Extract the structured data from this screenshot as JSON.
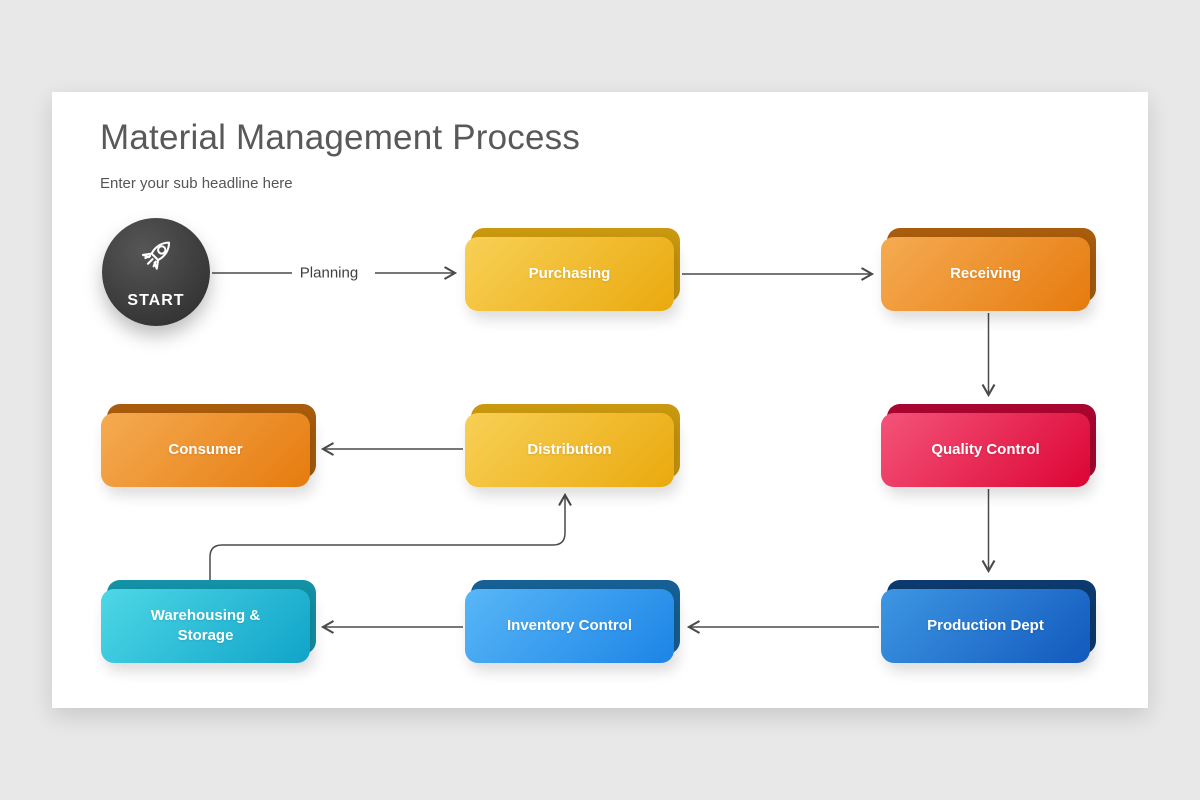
{
  "page": {
    "background": "#e9e8e8"
  },
  "slide": {
    "title": "Material Management Process",
    "subtitle": "Enter your sub headline here"
  },
  "start": {
    "label": "START",
    "icon": "rocket-icon",
    "color": "#3a3a3a"
  },
  "flow": {
    "planning_label": "Planning",
    "connector_color": "#4a4a4a",
    "nodes": [
      {
        "id": "purchasing",
        "label": "Purchasing",
        "front_start": "#f8d056",
        "front_end": "#eaa90e",
        "back": "#c9980f"
      },
      {
        "id": "receiving",
        "label": "Receiving",
        "front_start": "#f5ab52",
        "front_end": "#e67b0e",
        "back": "#a85c0c"
      },
      {
        "id": "quality-control",
        "label": "Quality Control",
        "front_start": "#f4547a",
        "front_end": "#dc0434",
        "back": "#a80631"
      },
      {
        "id": "production-dept",
        "label": "Production Dept",
        "front_start": "#3e97e3",
        "front_end": "#1259bd",
        "back": "#0d3a6e"
      },
      {
        "id": "inventory-control",
        "label": "Inventory Control",
        "front_start": "#58b7f7",
        "front_end": "#1d84e6",
        "back": "#166095"
      },
      {
        "id": "warehousing-storage",
        "label": "Warehousing & Storage",
        "front_start": "#4ed7e6",
        "front_end": "#10a4c9",
        "back": "#1391a6"
      },
      {
        "id": "distribution",
        "label": "Distribution",
        "front_start": "#f8d056",
        "front_end": "#eaa90e",
        "back": "#c9980f"
      },
      {
        "id": "consumer",
        "label": "Consumer",
        "front_start": "#f5ab52",
        "front_end": "#e67b0e",
        "back": "#a85c0c"
      }
    ]
  }
}
